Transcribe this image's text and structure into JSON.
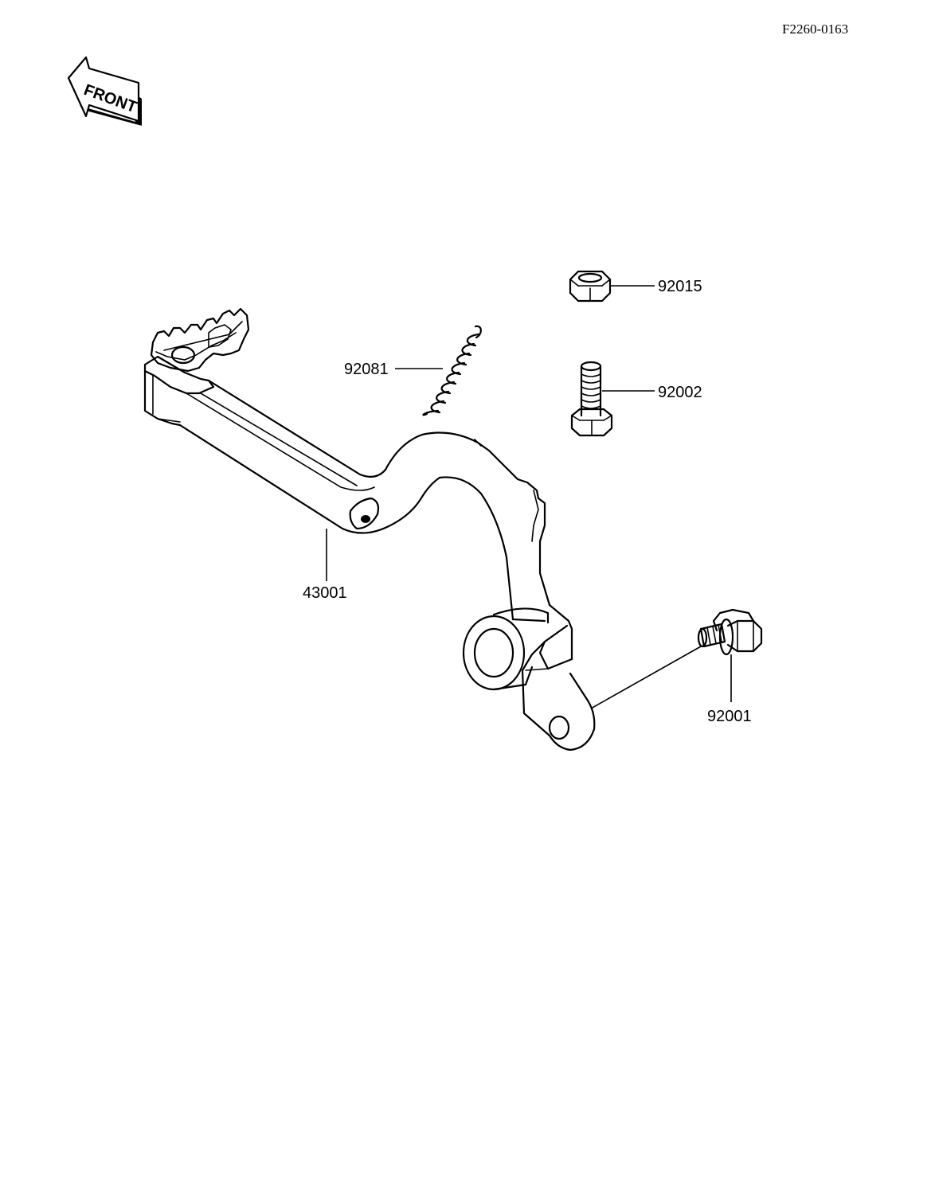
{
  "document": {
    "code": "F2260-0163"
  },
  "orientation": {
    "front_label": "FRONT",
    "icon": "front-arrow-icon"
  },
  "parts": [
    {
      "number": "92015",
      "icon": "nut-icon"
    },
    {
      "number": "92081",
      "icon": "spring-icon"
    },
    {
      "number": "92002",
      "icon": "bolt-icon"
    },
    {
      "number": "43001",
      "icon": "brake-pedal-icon"
    },
    {
      "number": "92001",
      "icon": "flange-bolt-icon"
    }
  ]
}
